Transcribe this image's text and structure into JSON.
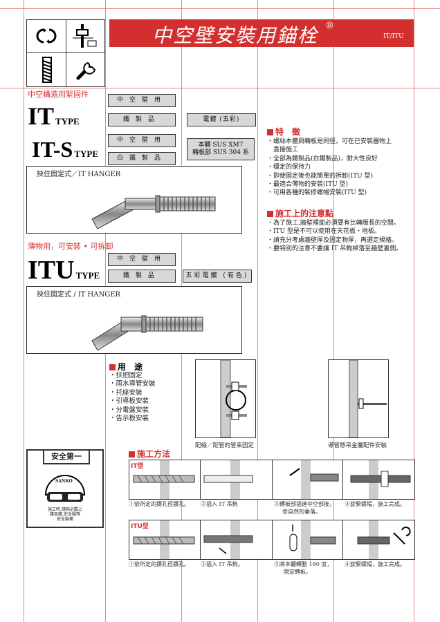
{
  "header": {
    "title": "中空壁安裝用錨栓",
    "registered": "®",
    "code": "IT/ITU"
  },
  "icons": [
    "clamp-icon",
    "hex-bolt-icon",
    "screw-icon",
    "wrench-icon"
  ],
  "section1": {
    "label": "中空構造用緊固件",
    "it_main": "IT",
    "it_sub": "TYPE",
    "its_main": "IT-S",
    "its_sub": "TYPE",
    "boxes": {
      "it_top": "中空壁用",
      "it_bottom": "鐵製品",
      "its_top": "中空壁用",
      "its_bottom": "白鐵製品",
      "plating": "電鍍 (五彩)",
      "material_line1": "本體 SUS XM7",
      "material_line2": "轉板部 SUS 304 系"
    },
    "hanger": "挾住固定式／IT HANGER"
  },
  "section2": {
    "label": "薄物用，可安裝 • 可拆卸",
    "itu_main": "ITU",
    "itu_sub": "TYPE",
    "boxes": {
      "top": "中空壁用",
      "bottom": "鐵製品",
      "plating": "五彩電鍍 (有色)"
    },
    "hanger": "挾住固定式 / IT HANGER"
  },
  "features": {
    "title": "特　徵",
    "items": [
      "・螺絲本體與轉板是同徑，可在已安裝器物上",
      "　直接施工",
      "・全部為鐵製品(白鐵製品)，耐大性良好",
      "・穩定的保持力",
      "・即使固定後也能簡單的拆卸(ITU 型)",
      "・最適合薄物的安裝(ITU 型)",
      "・可用各種的裝修螺帽安裝(ITU 型)"
    ]
  },
  "notes": {
    "title": "施工上的注意點",
    "items": [
      "・為了施工,牆壁裡面必須要有比轉版長的空間。",
      "・ITU 型是不可以使用在天花板・地板。",
      "・請充分考慮牆壁厚及固定物厚，再選定規格。",
      "・要特別的注意不要讓 IT 吊鉤掉落至牆壁裏側。"
    ]
  },
  "uses": {
    "title": "用　途",
    "items": [
      "・扶把固定",
      "・雨水導管安裝",
      "・托座安裝",
      "・引導板安裝",
      "・分電盤安裝",
      "・告示板安裝"
    ]
  },
  "figures": {
    "left_caption": "配線／配管的管束固定",
    "right_caption": "導管懸吊金屬配件安裝"
  },
  "safety": {
    "title": "安全第一",
    "brand": "SANKO",
    "note_line1": "施工時,請務必戴上",
    "note_line2": "護目鏡,安全帽等",
    "note_line3": "安全裝備"
  },
  "method": {
    "title": "施工方法",
    "it_label": "IT型",
    "itu_label": "ITU型",
    "it_steps": [
      "①依所定的鑽孔徑鑽孔。",
      "②插入 IT 吊鉤",
      "③轉板部插進中空部後，",
      "④旋緊螺帽，施工完成。"
    ],
    "it_step3_line2": "會自然的垂落。",
    "itu_steps": [
      "①依所定的鑽孔徑鑽孔。",
      "②插入 IT 吊鉤。",
      "③將本體轉動 180 度，",
      "④旋緊螺帽，施工完成。"
    ],
    "itu_step3_line2": "固定轉板。"
  },
  "colors": {
    "accent": "#d32f2f",
    "gray": "#d8d8d8"
  }
}
